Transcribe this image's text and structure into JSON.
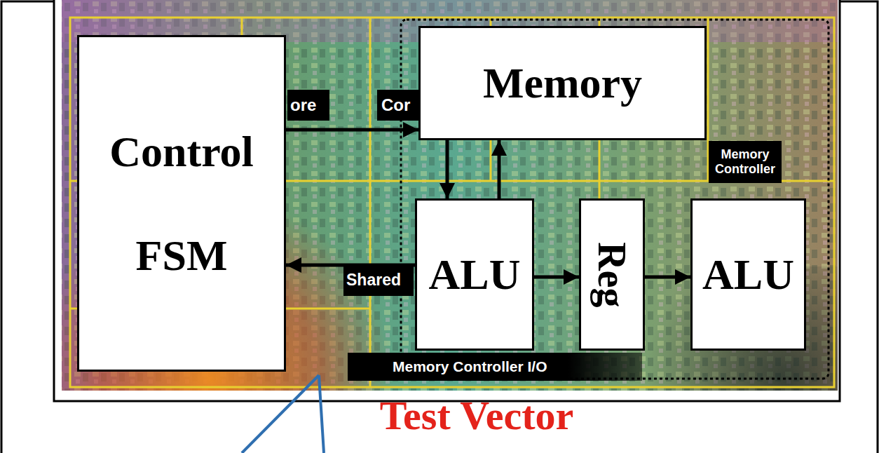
{
  "diagram": {
    "nodes": [
      {
        "text": [
          "Control",
          "FSM"
        ]
      },
      {
        "text": [
          "Memory"
        ]
      },
      {
        "text": [
          "ALU"
        ]
      },
      {
        "text": [
          "Reg"
        ]
      },
      {
        "text": [
          "ALU"
        ]
      }
    ],
    "edges": [
      {
        "from": 0,
        "to": 1,
        "arrow": "to"
      },
      {
        "from": 1,
        "to": 2,
        "arrow": "to"
      },
      {
        "from": 2,
        "to": 1,
        "arrow": "to"
      },
      {
        "from": 2,
        "to": 0,
        "arrow": "to"
      },
      {
        "from": 2,
        "to": 3,
        "arrow": "to"
      },
      {
        "from": 3,
        "to": 4,
        "arrow": "to"
      }
    ],
    "labels": [
      "ore",
      "Cor",
      "Memory Controller",
      "Shared",
      "Memory Controller I/O",
      "Test Vector"
    ]
  }
}
